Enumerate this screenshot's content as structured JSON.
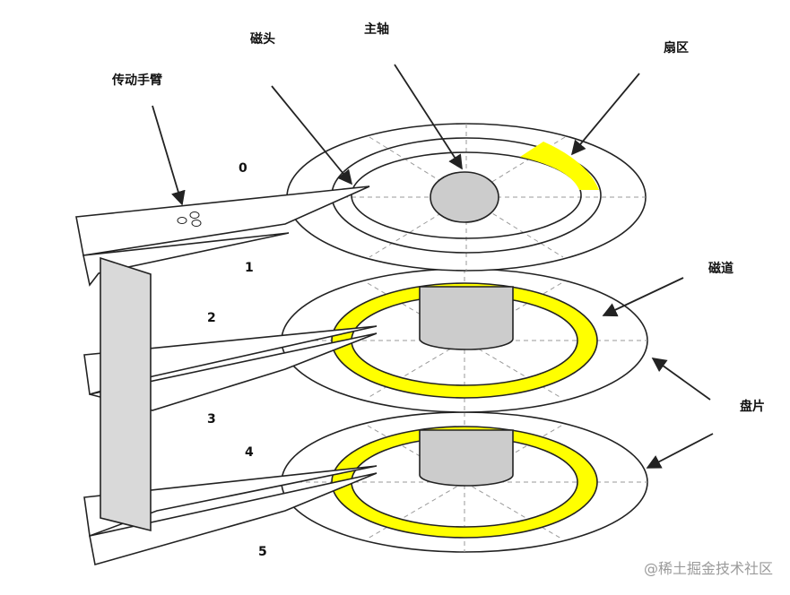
{
  "labels": {
    "actuator_arm": "传动手臂",
    "head": "磁头",
    "spindle": "主轴",
    "sector": "扇区",
    "track": "磁道",
    "platter": "盘片"
  },
  "surface_numbers": [
    "0",
    "1",
    "2",
    "3",
    "4",
    "5"
  ],
  "watermark": "@稀土掘金技术社区",
  "colors": {
    "highlight": "#ffff00",
    "spindle_fill": "#cccccc",
    "arm_fill": "#d9d9d9",
    "line": "#222222",
    "guide": "#9a9a9a"
  },
  "icons": [
    "arrow-icon"
  ]
}
